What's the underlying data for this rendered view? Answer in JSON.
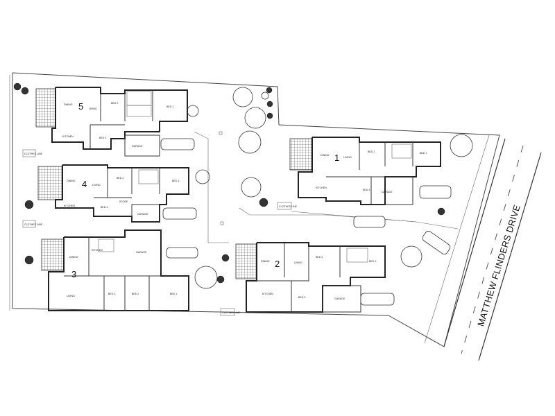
{
  "street_name": "MATTHEW FLINDERS DRIVE",
  "units": [
    {
      "number": "1",
      "rooms": [
        "DINING",
        "LIVING",
        "BED 2",
        "BED 3",
        "BED 1",
        "KITCHEN",
        "GARAGE"
      ]
    },
    {
      "number": "2",
      "rooms": [
        "DINING",
        "LIVING",
        "BED 2",
        "BED 1",
        "BED 3",
        "KITCHEN",
        "GARAGE"
      ]
    },
    {
      "number": "3",
      "rooms": [
        "DINING",
        "KITCHEN",
        "LIVING",
        "BED 3",
        "BED 2",
        "BED 1",
        "GARAGE"
      ]
    },
    {
      "number": "4",
      "rooms": [
        "DINING",
        "LIVING",
        "BED 2",
        "BED 1",
        "KITCHEN",
        "STORE",
        "BED 3",
        "GARAGE"
      ]
    },
    {
      "number": "5",
      "rooms": [
        "DINING",
        "LIVING",
        "BED 2",
        "BED 1",
        "KITCHEN",
        "BED 3",
        "GARAGE"
      ]
    }
  ],
  "yard_labels": [
    "CLOTHES LINE",
    "CLOTHES LINE",
    "CLOTHES LINE",
    "CLOTHES LINE"
  ]
}
